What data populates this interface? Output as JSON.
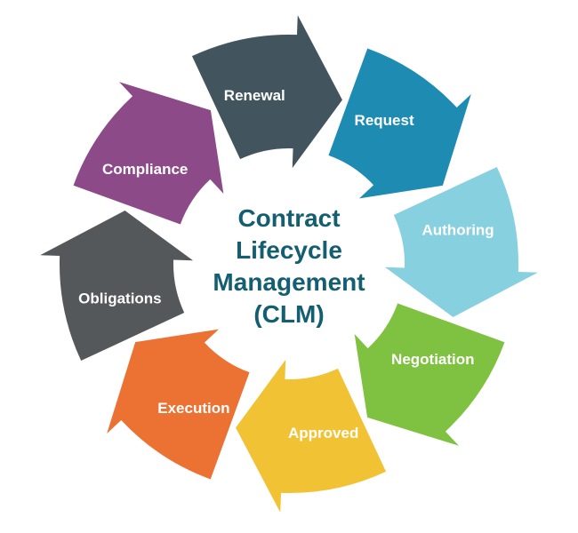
{
  "diagram": {
    "title": "Contract Lifecycle Management (CLM)",
    "type": "circular-cycle",
    "flow_direction": "clockwise",
    "background_color": "#ffffff",
    "center": {
      "lines": [
        "Contract",
        "Lifecycle",
        "Management",
        "(CLM)"
      ],
      "text_color": "#135e70"
    },
    "label_text_color": "#ffffff",
    "segments": [
      {
        "label": "Renewal",
        "color": "#42545e"
      },
      {
        "label": "Request",
        "color": "#1e8cb2"
      },
      {
        "label": "Authoring",
        "color": "#87d0e0"
      },
      {
        "label": "Negotiation",
        "color": "#7fc241"
      },
      {
        "label": "Approved",
        "color": "#f2c235"
      },
      {
        "label": "Execution",
        "color": "#ec7234"
      },
      {
        "label": "Obligations",
        "color": "#54585a"
      },
      {
        "label": "Compliance",
        "color": "#8d4a89"
      }
    ]
  }
}
